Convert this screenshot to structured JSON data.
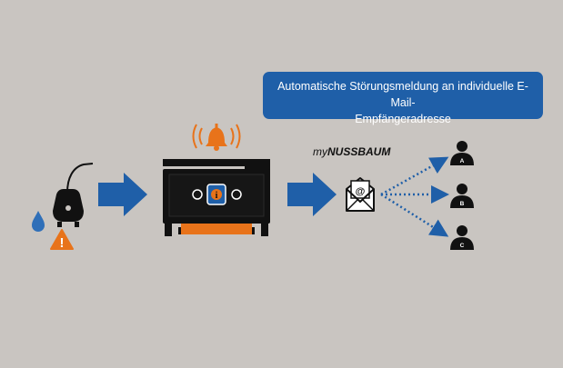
{
  "banner": {
    "line1": "Automatische Störungsmeldung an individuelle E-Mail-",
    "line2": "Empfängeradresse"
  },
  "brand": {
    "prefix": "my",
    "name": "NUSSBAUM"
  },
  "recipients": [
    {
      "label": "A"
    },
    {
      "label": "B"
    },
    {
      "label": "C"
    }
  ],
  "device": {
    "info_symbol": "i"
  },
  "warning_symbol": "!",
  "email_symbol": "@",
  "colors": {
    "background": "#c9c5c1",
    "banner": "#1f5fa8",
    "arrow": "#1f5fa8",
    "water_drop": "#2f6fb8",
    "warning": "#e8731a",
    "bell": "#e8731a",
    "device_body": "#111111",
    "device_accent": "#e8731a",
    "dotted_arrow": "#1f5fa8"
  },
  "icons": [
    "water-sensor-icon",
    "water-drop-icon",
    "warning-triangle-icon",
    "bell-icon",
    "control-unit-icon",
    "info-icon",
    "email-icon",
    "person-icon"
  ]
}
